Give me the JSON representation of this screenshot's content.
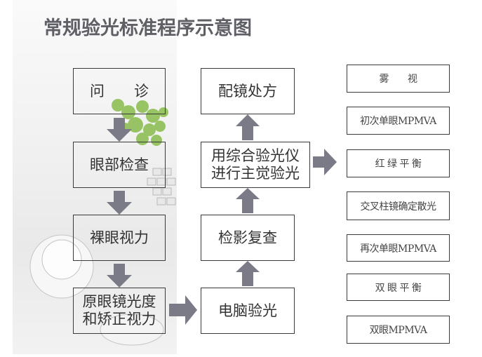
{
  "title": "常规验光标准程序示意图",
  "left_column": [
    "问　　诊",
    "眼部检查",
    "裸眼视力",
    "原眼镜光度\n和矫正视力"
  ],
  "middle_column": {
    "prescription": "配镜处方",
    "subjective": "用综合验光仪\n进行主觉验光",
    "retinoscopy": "检影复查",
    "computer": "电脑验光"
  },
  "right_column": [
    "雾　　视",
    "初次单眼MPMVA",
    "红 绿 平 衡",
    "交叉柱镜确定散光",
    "再次单眼MPMVA",
    "双 眼 平 衡",
    "双眼MPMVA"
  ],
  "colors": {
    "arrow": "#7b7a87",
    "title": "#5f5f66",
    "border": "#3a3a3a"
  }
}
